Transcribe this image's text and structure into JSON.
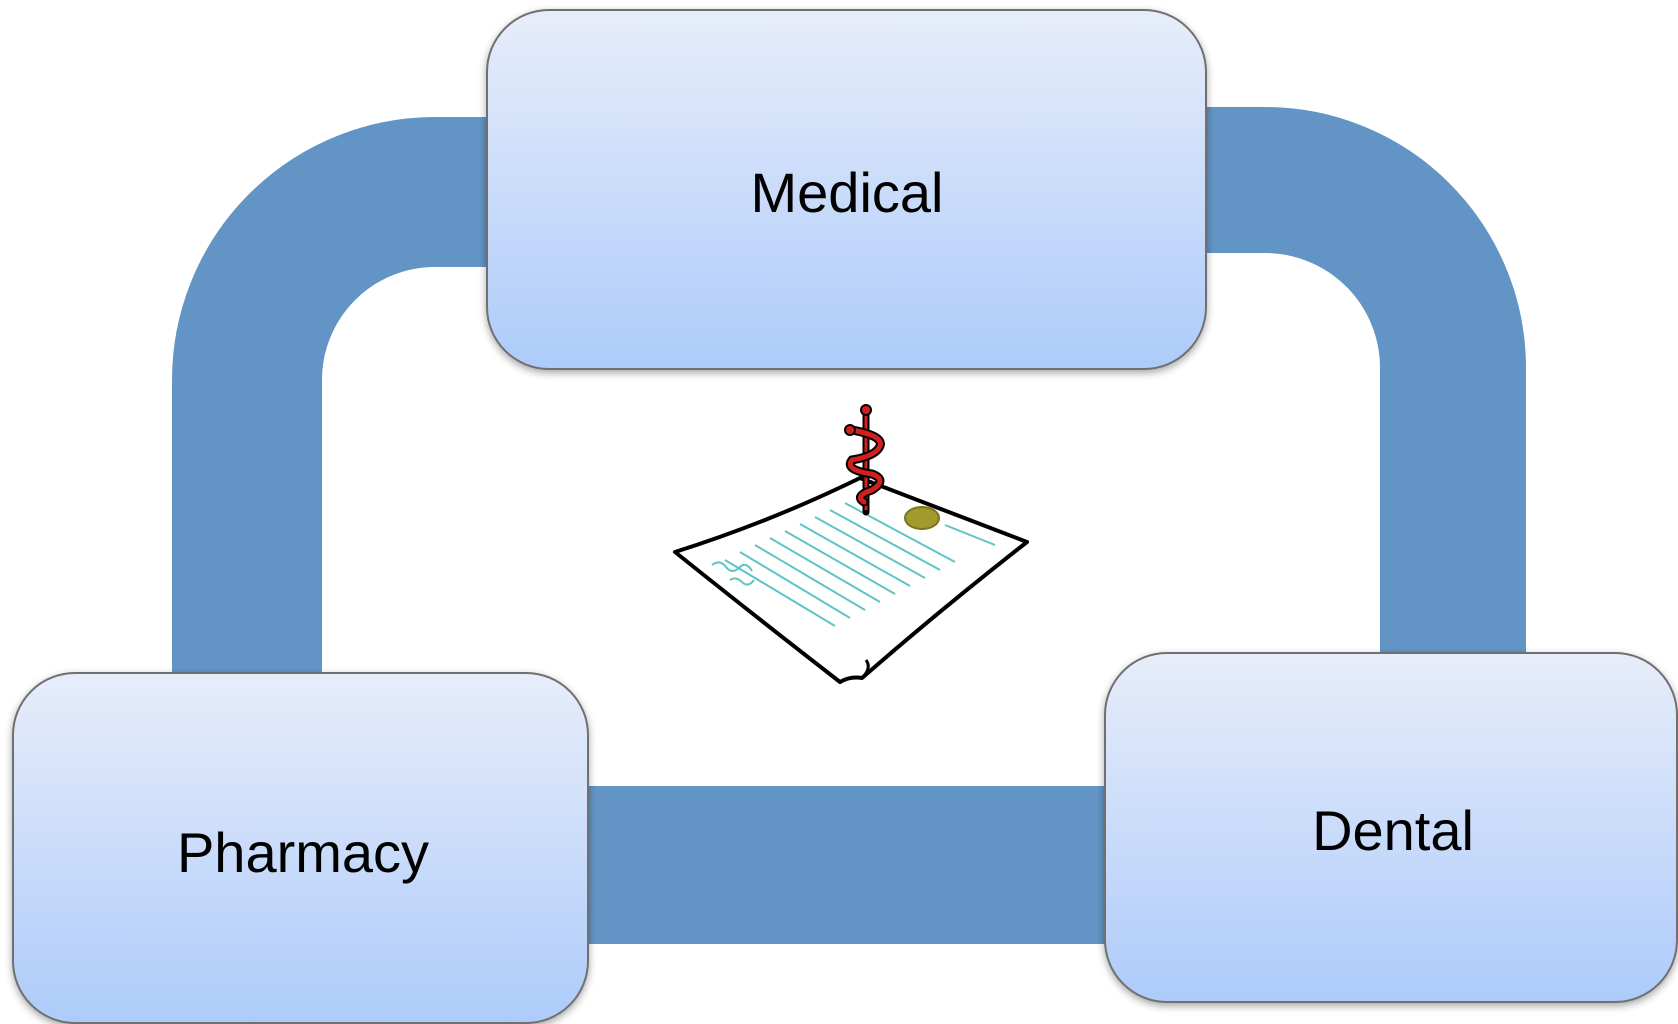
{
  "diagram": {
    "nodes": {
      "medical": {
        "label": "Medical"
      },
      "dental": {
        "label": "Dental"
      },
      "pharmacy": {
        "label": "Pharmacy"
      }
    },
    "center_icon": "medical-document-caduceus-icon"
  },
  "colors": {
    "connector": "#6295c6",
    "node_gradient_top": "#e7edfa",
    "node_gradient_bottom": "#adcbfa",
    "node_border": "#6f6f6f",
    "caduceus": "#d41f1f",
    "document_lines": "#5fc4c4",
    "seal": "#a29a2c"
  }
}
